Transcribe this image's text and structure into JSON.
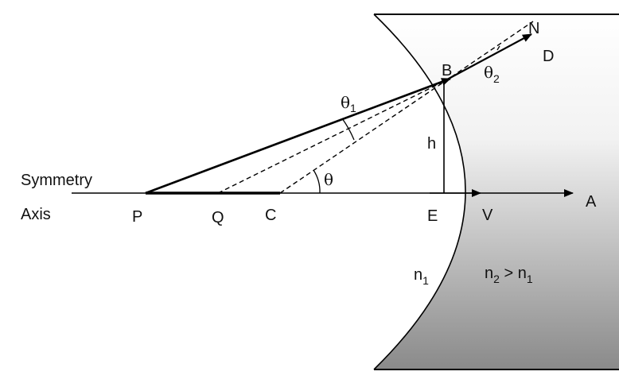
{
  "axis": {
    "line1": "Symmetry",
    "line2": "Axis"
  },
  "points": {
    "P": "P",
    "Q": "Q",
    "C": "C",
    "E": "E",
    "V": "V",
    "A": "A",
    "B": "B",
    "N": "N",
    "D": "D"
  },
  "labels": {
    "h": "h",
    "theta": "θ",
    "theta1": "θ",
    "theta1_sub": "1",
    "theta2": "θ",
    "theta2_sub": "2",
    "n1": "n",
    "n1_sub": "1",
    "n2": "n",
    "n2_sub": "2",
    "n2_rel": " > n",
    "n2_rel_sub": "1"
  },
  "colors": {
    "medium_light": "#ffffff",
    "medium_dark": "#8a8a8a",
    "ink": "#000000"
  }
}
